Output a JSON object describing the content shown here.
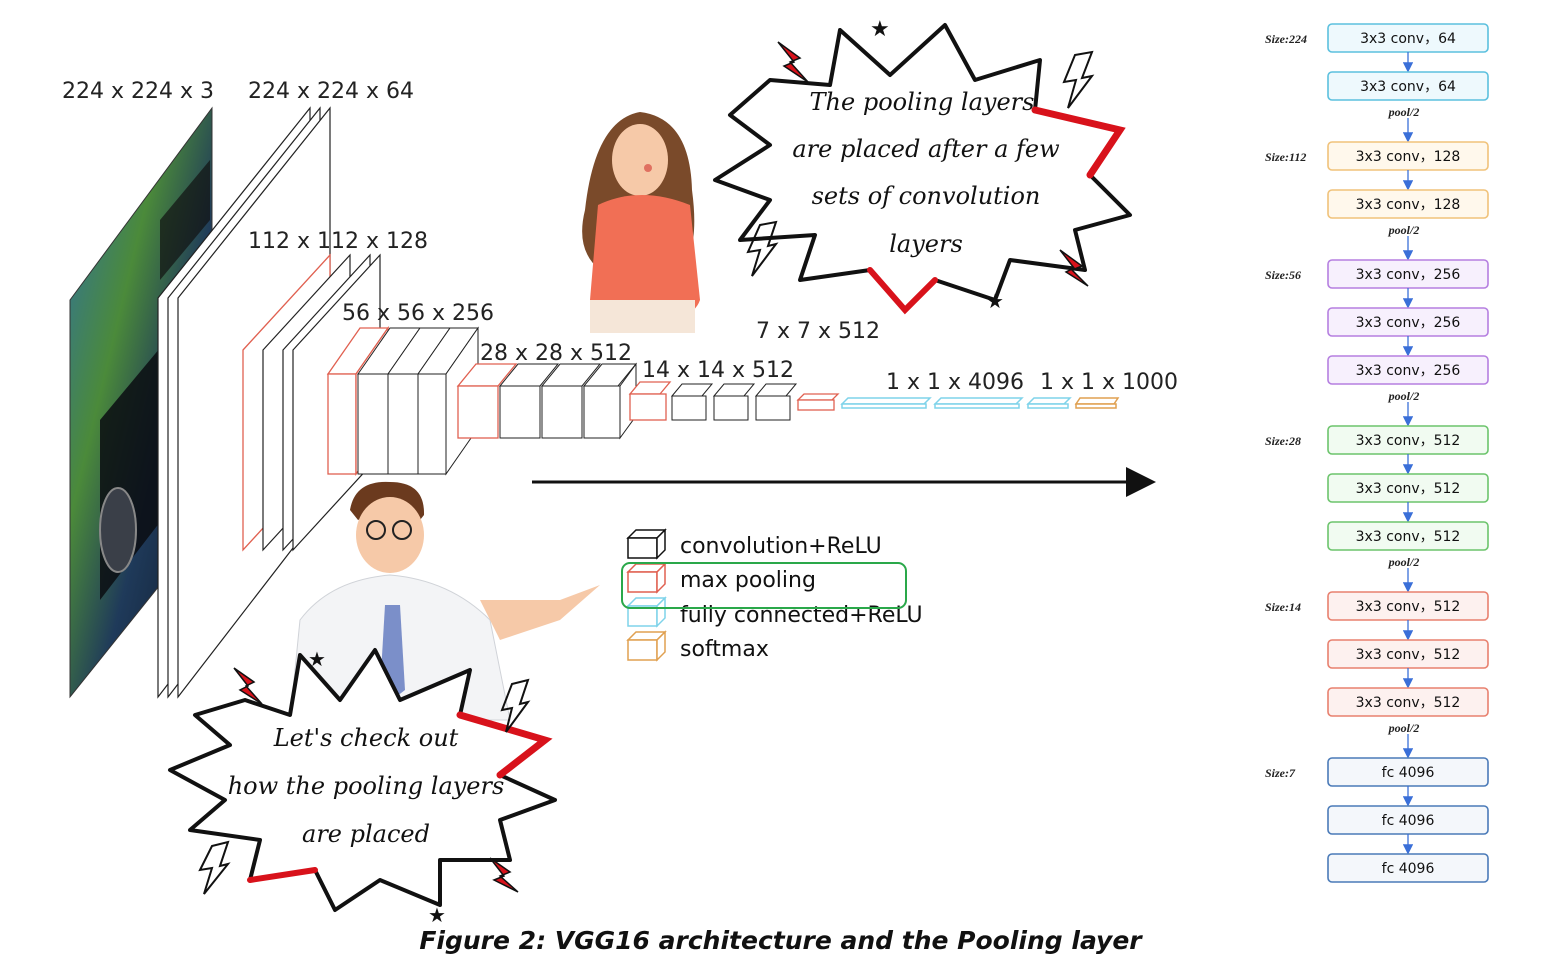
{
  "caption": "Figure 2: VGG16 architecture and the Pooling layer",
  "dimensions": {
    "input": "224 x 224 x 3",
    "conv1": "224 x 224 x 64",
    "conv2": "112 x 112 x 128",
    "conv3": "56 x 56 x 256",
    "conv4": "28 x 28 x 512",
    "conv5": "14 x 14 x 512",
    "pool5": "7 x 7 x 512",
    "fc": "1 x 1 x 4096",
    "softmax": "1 x 1 x 1000"
  },
  "legend": [
    {
      "label": "convolution+ReLU",
      "color": "#111111"
    },
    {
      "label": "max pooling",
      "color": "#e06050"
    },
    {
      "label": "fully connected+ReLU",
      "color": "#7fd3ea"
    },
    {
      "label": "softmax",
      "color": "#e0a050"
    }
  ],
  "highlight_color": "#2aa84a",
  "bubble_top": [
    "The pooling layers",
    "are placed after a few",
    "sets of convolution",
    "layers"
  ],
  "bubble_bottom": [
    "Let's check out",
    "how the pooling layers",
    "are placed"
  ],
  "stack": {
    "groups": [
      {
        "size": "Size:224",
        "color": "#5bc0de",
        "fill": "#eef9fd",
        "layers": [
          "3x3 conv，64",
          "3x3 conv，64"
        ],
        "pool": "pool/2"
      },
      {
        "size": "Size:112",
        "color": "#f0c27a",
        "fill": "#fff8ec",
        "layers": [
          "3x3 conv，128",
          "3x3 conv，128"
        ],
        "pool": "pool/2"
      },
      {
        "size": "Size:56",
        "color": "#b57fe0",
        "fill": "#f7f0fd",
        "layers": [
          "3x3 conv，256",
          "3x3 conv，256",
          "3x3 conv，256"
        ],
        "pool": "pool/2"
      },
      {
        "size": "Size:28",
        "color": "#6cc46c",
        "fill": "#f1fbf1",
        "layers": [
          "3x3 conv，512",
          "3x3 conv，512",
          "3x3 conv，512"
        ],
        "pool": "pool/2"
      },
      {
        "size": "Size:14",
        "color": "#e8806e",
        "fill": "#fdf1ef",
        "layers": [
          "3x3 conv，512",
          "3x3 conv，512",
          "3x3 conv，512"
        ],
        "pool": "pool/2"
      },
      {
        "size": "Size:7",
        "color": "#4a7ab8",
        "fill": "#f4f7fb",
        "layers": [
          "fc 4096",
          "fc 4096",
          "fc 4096"
        ],
        "pool": ""
      }
    ]
  }
}
